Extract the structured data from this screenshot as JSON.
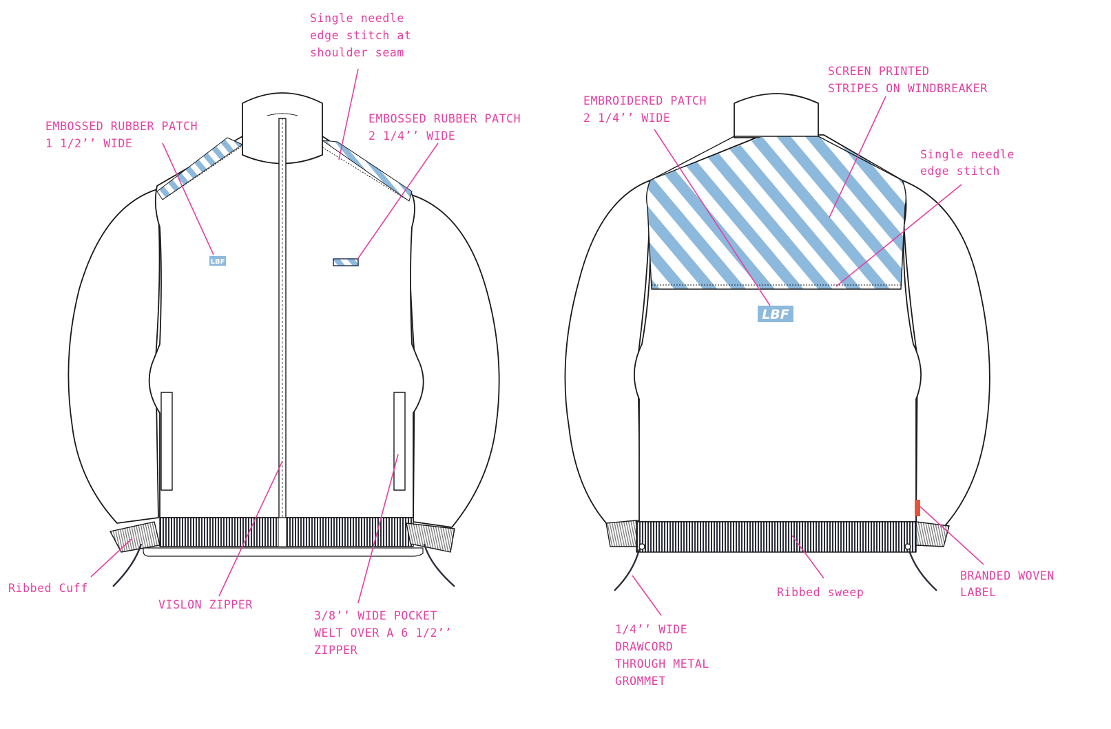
{
  "colors": {
    "annotation": "#E63FA1",
    "stripe": "#8DB9DC",
    "outline": "#1A1A1A",
    "rib": "#2B2E3A",
    "label_accent": "#E5543A"
  },
  "front": {
    "callouts": [
      {
        "key": "shoulder_stitch",
        "lines": [
          "Single needle",
          "edge stitch at",
          "shoulder seam"
        ]
      },
      {
        "key": "patch_left",
        "lines": [
          "EMBOSSED RUBBER PATCH",
          "1 1/2’’ WIDE"
        ]
      },
      {
        "key": "patch_right",
        "lines": [
          "EMBOSSED RUBBER PATCH",
          "2 1/4’’ WIDE"
        ]
      },
      {
        "key": "cuff",
        "lines": [
          "Ribbed Cuff"
        ]
      },
      {
        "key": "zipper",
        "lines": [
          "VISLON ZIPPER"
        ]
      },
      {
        "key": "pocket",
        "lines": [
          "3/8’’ WIDE POCKET",
          "WELT OVER A 6 1/2’’",
          "ZIPPER"
        ]
      }
    ],
    "chest_logo": "LBF"
  },
  "back": {
    "callouts": [
      {
        "key": "embroidered",
        "lines": [
          "EMBROIDERED PATCH",
          "2 1/4’’ WIDE"
        ]
      },
      {
        "key": "stripes",
        "lines": [
          "SCREEN PRINTED",
          "STRIPES ON WINDBREAKER"
        ]
      },
      {
        "key": "edge_stitch",
        "lines": [
          "Single needle",
          "edge stitch"
        ]
      },
      {
        "key": "drawcord",
        "lines": [
          "1/4’’ WIDE",
          "DRAWCORD",
          "THROUGH METAL",
          "GROMMET"
        ]
      },
      {
        "key": "sweep",
        "lines": [
          "Ribbed sweep"
        ]
      },
      {
        "key": "woven_label",
        "lines": [
          "BRANDED WOVEN",
          "LABEL"
        ]
      }
    ],
    "back_logo": "LBF"
  },
  "icons": [
    "lbf-logo-icon",
    "rubber-patch-icon",
    "woven-label-icon"
  ]
}
